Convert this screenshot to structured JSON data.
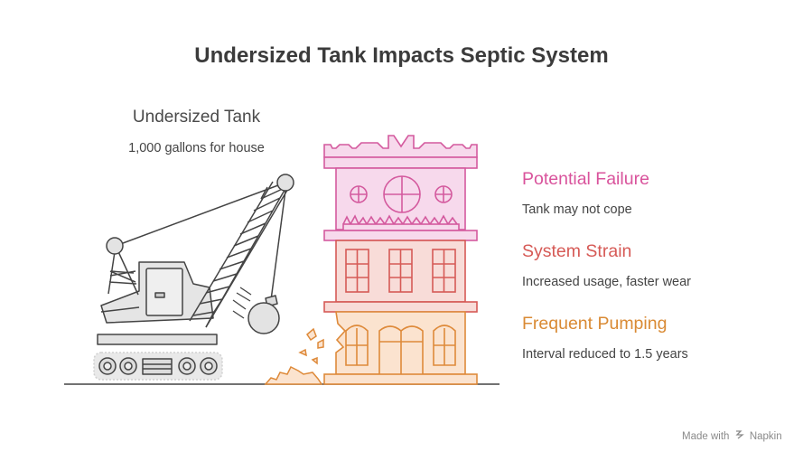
{
  "title": "Undersized Tank Impacts Septic System",
  "crane": {
    "heading": "Undersized Tank",
    "subtext": "1,000 gallons for house"
  },
  "items": [
    {
      "heading": "Potential Failure",
      "description": "Tank may not cope",
      "color": "#d9539c"
    },
    {
      "heading": "System Strain",
      "description": "Increased usage, faster wear",
      "color": "#d65a56"
    },
    {
      "heading": "Frequent Pumping",
      "description": "Interval reduced to 1.5 years",
      "color": "#d98a34"
    }
  ],
  "branding": {
    "made_with": "Made with",
    "name": "Napkin",
    "logo_icon": "napkin-logo-icon"
  }
}
